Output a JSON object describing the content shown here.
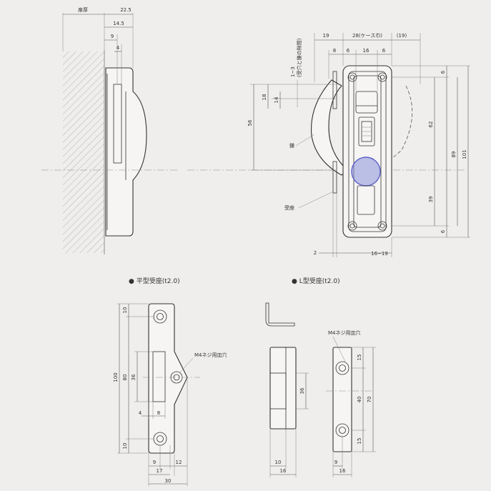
{
  "top_view": {
    "door_thickness_label": "扉厚",
    "dims": [
      "22.5",
      "14.5",
      "9",
      "4"
    ]
  },
  "front_view": {
    "top_dims": [
      "19",
      "28(ケース巾)",
      "(19)",
      "8",
      "6",
      "16",
      "6"
    ],
    "vertical_note": "1~3\n(受穴と鎌の隙間)",
    "left_dims": [
      "18",
      "14",
      "56"
    ],
    "right_dims": [
      "6",
      "62",
      "89",
      "101",
      "39",
      "6"
    ],
    "bottom_dims": [
      "2",
      "16~19"
    ],
    "hook_label": "鎌",
    "strike_label": "受座"
  },
  "flat_strike": {
    "title": "● 平型受座(t2.0)",
    "screw_label": "M4ネジ用皿穴",
    "dims": [
      "10",
      "100",
      "80",
      "36",
      "4",
      "8",
      "10",
      "9",
      "12",
      "17",
      "30"
    ]
  },
  "l_strike": {
    "title": "● L型受座(t2.0)",
    "screw_label": "M4ネジ用皿穴",
    "dims": [
      "36",
      "10",
      "16",
      "15",
      "40",
      "70",
      "15",
      "9",
      "16"
    ]
  },
  "colors": {
    "background": "#efeeec",
    "line": "#333333",
    "highlight": "#8a8fd8"
  },
  "icons": [
    "hatch-wall",
    "blue-highlight-circle"
  ]
}
